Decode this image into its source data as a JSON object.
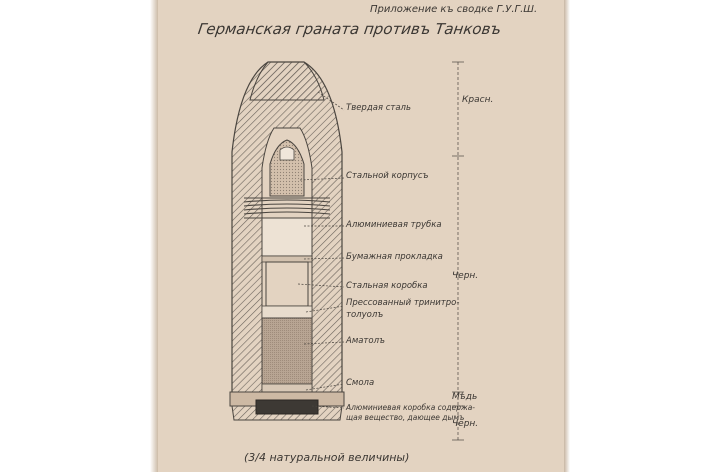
{
  "header": {
    "note": "Приложение къ сводке Г.У.Г.Ш.",
    "title": "Германская граната противъ Танковъ"
  },
  "parts": [
    {
      "id": "hard-steel",
      "label": "Твердая сталь"
    },
    {
      "id": "steel-body",
      "label": "Стальной корпусъ"
    },
    {
      "id": "aluminum-tube",
      "label": "Алюминиевая трубка"
    },
    {
      "id": "paper-pad",
      "label": "Бумажная прокладка"
    },
    {
      "id": "steel-box",
      "label": "Стальная коробка"
    },
    {
      "id": "pressed-tnt-1",
      "label": "Прессованный тринитро-"
    },
    {
      "id": "pressed-tnt-2",
      "label": "толуолъ"
    },
    {
      "id": "amatol",
      "label": "Аматолъ"
    },
    {
      "id": "resin",
      "label": "Смола"
    },
    {
      "id": "aluminum-box-1",
      "label": "Алюминиевая коробка содержа-"
    },
    {
      "id": "aluminum-box-2",
      "label": "щая вещество, дающее дымъ"
    }
  ],
  "color_zones": [
    {
      "id": "red",
      "label": "Красн."
    },
    {
      "id": "black-upper",
      "label": "Черн."
    },
    {
      "id": "copper",
      "label": "Мѣдь"
    },
    {
      "id": "black-lower",
      "label": "Черн."
    }
  ],
  "footer": {
    "scale": "(3/4 натуральной величины)"
  },
  "colors": {
    "paper": "#e3d3c1",
    "ink": "#3b3733",
    "hatch": "#5a544d"
  }
}
